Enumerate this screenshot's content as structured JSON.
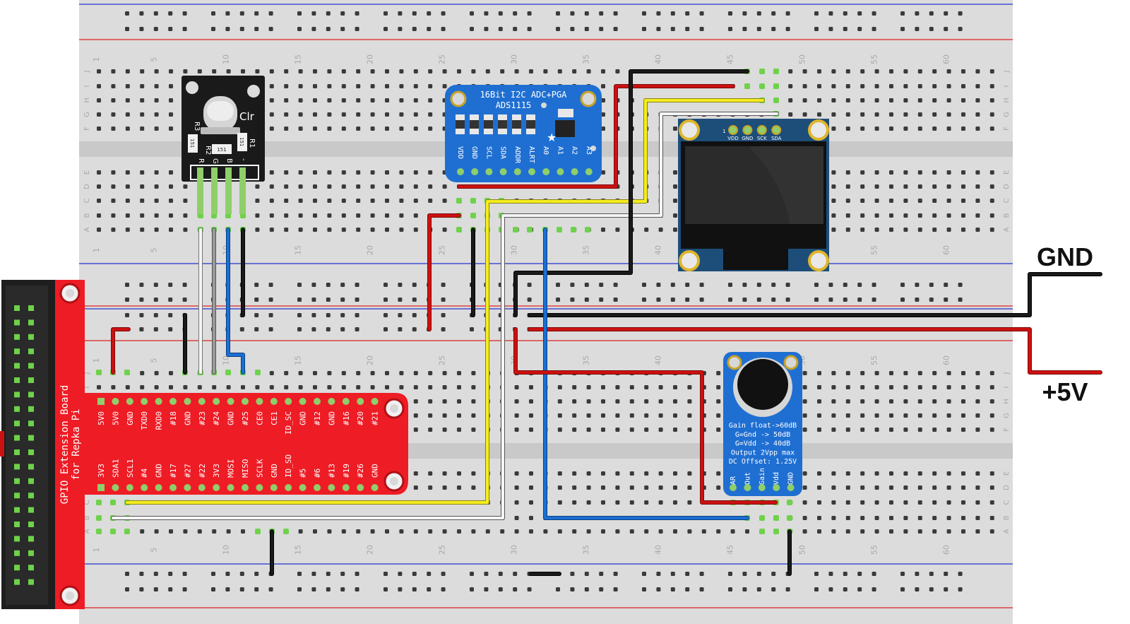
{
  "breadboard": {
    "column_numbers": [
      "1",
      "5",
      "10",
      "15",
      "20",
      "25",
      "30",
      "35",
      "40",
      "45",
      "50",
      "55",
      "60"
    ],
    "row_letters_top": [
      "J",
      "I",
      "H",
      "G",
      "F",
      "E",
      "D",
      "C",
      "B",
      "A"
    ],
    "row_letters_bottom": [
      "J",
      "I",
      "H",
      "G",
      "F",
      "E",
      "D",
      "C",
      "B",
      "A"
    ]
  },
  "rgb_led": {
    "label": "Clr",
    "resistor_labels": [
      "R3",
      "R2",
      "R1"
    ],
    "resistor_values": [
      "151",
      "151",
      "151"
    ],
    "pin_labels": [
      "R",
      "G",
      "B",
      "-"
    ]
  },
  "adc": {
    "title": "16Bit I2C ADC+PGA",
    "subtitle": "ADS1115",
    "pins": [
      "VDD",
      "GND",
      "SCL",
      "SDA",
      "ADDR",
      "ALRT",
      "A0",
      "A1",
      "A2",
      "A3"
    ]
  },
  "oled": {
    "pin_numbers": [
      "1",
      "4"
    ],
    "pins": [
      "VDD",
      "GND",
      "SCK",
      "SDA"
    ]
  },
  "gpio_board": {
    "title_line1": "GPIO Extension Board",
    "title_line2": "for Repka Pi",
    "top_pins": [
      "5V0",
      "5V0",
      "GND",
      "TXD0",
      "RXD0",
      "#18",
      "GND",
      "#23",
      "#24",
      "GND",
      "#25",
      "CE0",
      "CE1",
      "ID_SC",
      "GND",
      "#12",
      "GND",
      "#16",
      "#20",
      "#21"
    ],
    "bottom_pins": [
      "3V3",
      "SDA1",
      "SCL1",
      "#4",
      "GND",
      "#17",
      "#27",
      "#22",
      "3V3",
      "MOSI",
      "MISO",
      "SCLK",
      "GND",
      "ID_SD",
      "#5",
      "#6",
      "#13",
      "#19",
      "#26",
      "GND"
    ]
  },
  "microphone": {
    "notes": [
      "Gain float->60dB",
      "G=Gnd -> 50dB",
      "G=Vdd -> 40dB",
      "Output 2Vpp max",
      "DC Offset: 1.25V"
    ],
    "pins": [
      "AR",
      "Out",
      "Gain",
      "Vdd",
      "GND"
    ]
  },
  "power_labels": {
    "gnd": "GND",
    "vcc": "+5V"
  },
  "colors": {
    "board_bg": "#dcdcdc",
    "adc_blue": "#1f6fd2",
    "gpio_red": "#ee1c25",
    "wire_red": "#cc1111",
    "wire_black": "#1a1a1a",
    "wire_yellow": "#f4ec1f",
    "wire_blue": "#1a6fd2",
    "wire_white": "#f5f5f5"
  }
}
